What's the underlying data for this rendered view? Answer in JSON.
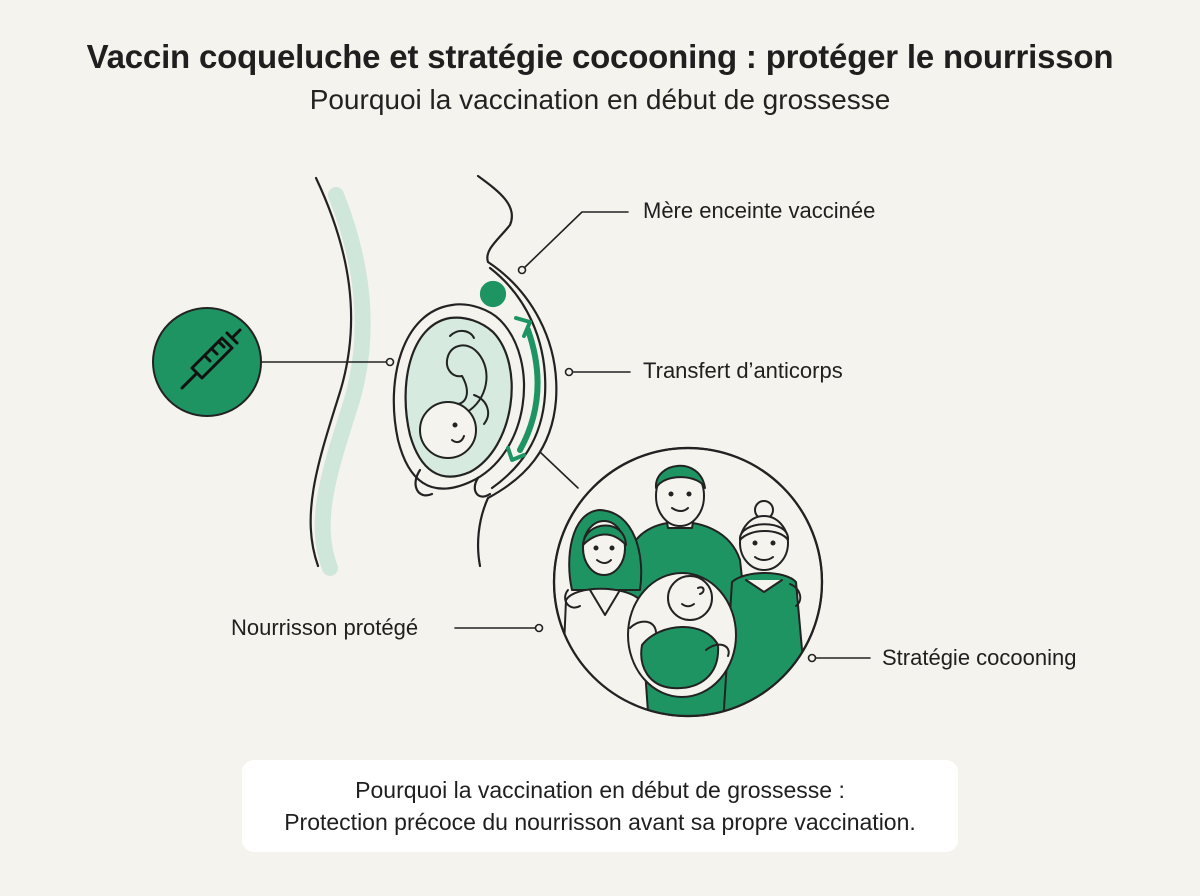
{
  "header": {
    "title": "Vaccin coqueluche et stratégie cocooning : protéger le nourrisson",
    "subtitle": "Pourquoi la vaccination en début de grossesse"
  },
  "labels": {
    "mother": "Mère enceinte vaccinée",
    "antibodies": "Transfert d’anticorps",
    "infant": "Nourrisson protégé",
    "cocooning": "Stratégie cocooning"
  },
  "note": {
    "line1": "Pourquoi la vaccination en début de grossesse :",
    "line2": "Protection précoce du nourrisson avant sa propre vaccination."
  },
  "colors": {
    "accent": "#1f9463",
    "accent_light": "#cfe6da",
    "stroke": "#222222",
    "background": "#f5f3ee"
  },
  "icons": [
    "syringe-icon",
    "arrow-up-icon",
    "arrow-down-icon"
  ]
}
